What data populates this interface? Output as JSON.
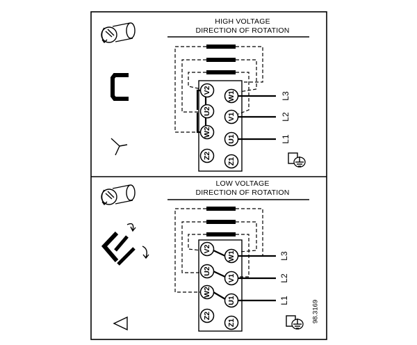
{
  "top_panel": {
    "title_line1": "HIGH VOLTAGE",
    "title_line2": "DIRECTION OF ROTATION",
    "left_column": {
      "terminals": [
        "V2",
        "U2",
        "W2",
        "Z2"
      ]
    },
    "right_column": {
      "terminals": [
        "W1",
        "V1",
        "U1",
        "Z1"
      ]
    },
    "line_labels": [
      "L3",
      "L2",
      "L1"
    ],
    "connection_symbol": "star-wye-icon"
  },
  "bottom_panel": {
    "title_line1": "LOW VOLTAGE",
    "title_line2": "DIRECTION OF ROTATION",
    "left_column": {
      "terminals": [
        "V2",
        "U2",
        "W2",
        "Z2"
      ]
    },
    "right_column": {
      "terminals": [
        "W1",
        "V1",
        "U1",
        "Z1"
      ]
    },
    "line_labels": [
      "L3",
      "L2",
      "L1"
    ],
    "connection_symbol": "delta-triangle-icon"
  },
  "reference_number": "98.3169",
  "colors": {
    "ink": "#000000",
    "background": "#ffffff"
  }
}
